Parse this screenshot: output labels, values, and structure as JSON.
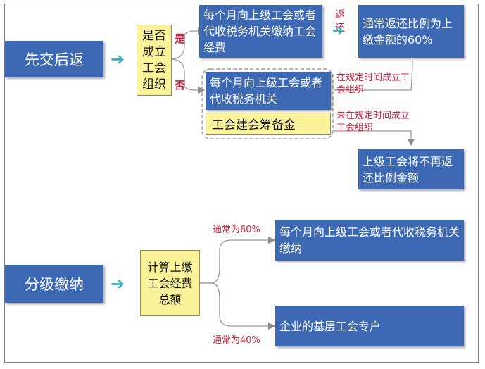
{
  "top": {
    "main_label": "先交后返",
    "decision": "是否成立工会组织",
    "yes_label": "是",
    "no_label": "否",
    "pay_box": "每个月向上级工会或者代收税务机关缴纳工会经费",
    "return_label": "返还",
    "return_box": "通常返还比例为上缴金额的60%",
    "no_pay_box": "每个月向上级工会或者代收税务机关",
    "prep_fund": "工会建会筹备金",
    "on_time": "在规定时间成立工会组织",
    "not_on_time": "未在规定时间成立工会组织",
    "no_return_box": "上级工会将不再返还比例金额"
  },
  "bottom": {
    "main_label": "分级缴纳",
    "calc_box": "计算上缴工会经费总额",
    "pct60": "通常为60%",
    "pct40": "通常为40%",
    "upper_box": "每个月向上级工会或者代收税务机关缴纳",
    "local_box": "企业的基层工会专户"
  }
}
